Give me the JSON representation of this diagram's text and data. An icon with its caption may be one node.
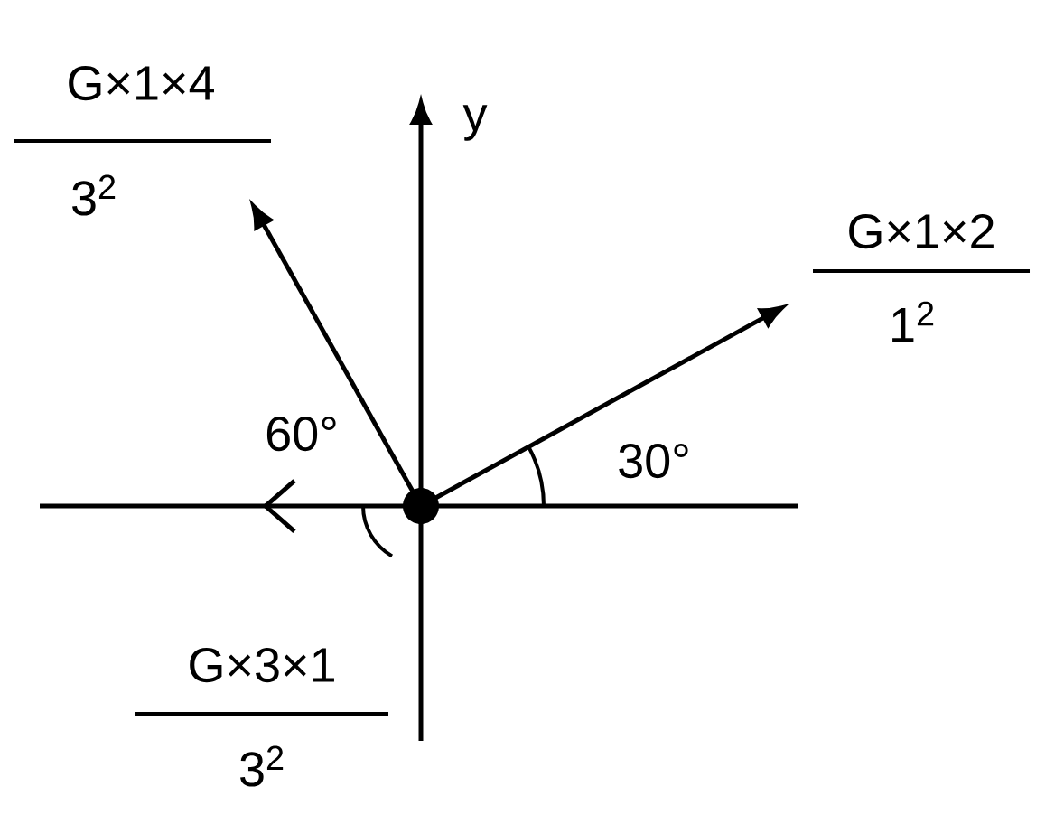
{
  "diagram": {
    "nodes": [
      {
        "text": [],
        "shape": "circle"
      }
    ],
    "labels": [
      "G×1×4",
      "y",
      "3$^{2}$",
      "G×1×2",
      "1$^{2}$",
      "60°",
      "30°",
      "G×3×1",
      "3$^{2}$"
    ]
  }
}
